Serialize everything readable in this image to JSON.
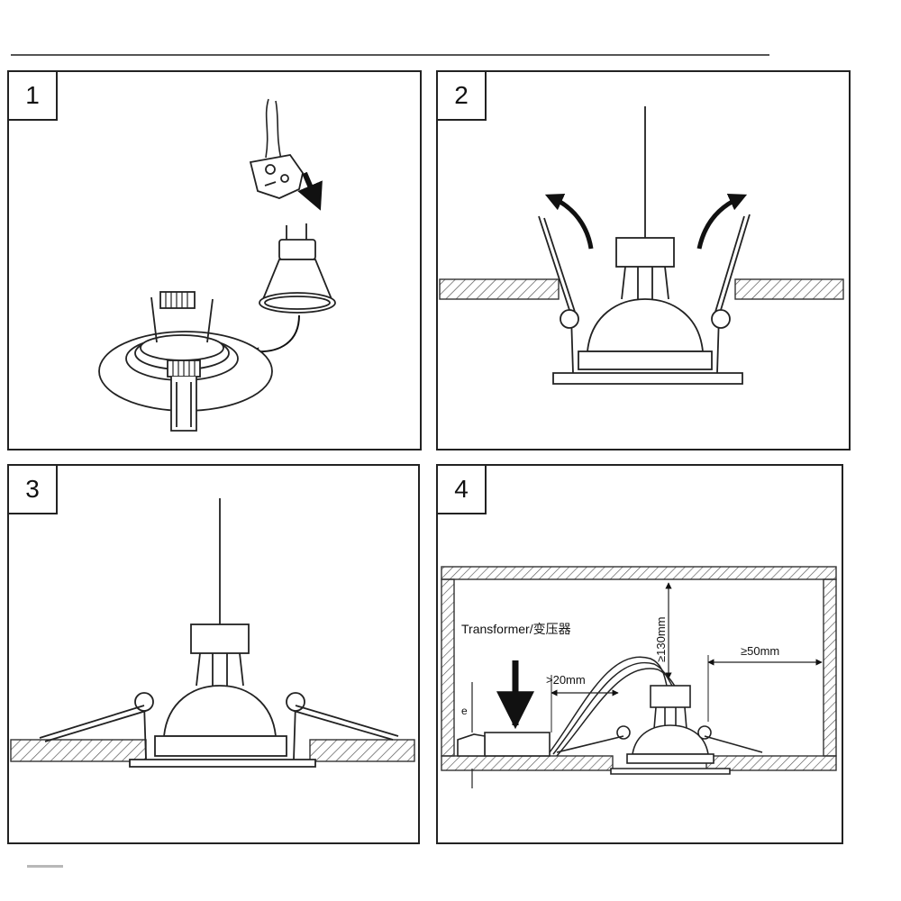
{
  "steps": [
    {
      "number": "1"
    },
    {
      "number": "2"
    },
    {
      "number": "3"
    },
    {
      "number": "4"
    }
  ],
  "step4": {
    "transformer_label": "Transformer/变压器",
    "gap_label": ">20mm",
    "height_label": "≥130mm",
    "side_label": "≥50mm",
    "e_label": "e"
  },
  "colors": {
    "line": "#222222",
    "hatch": "#555555",
    "background": "#ffffff"
  }
}
